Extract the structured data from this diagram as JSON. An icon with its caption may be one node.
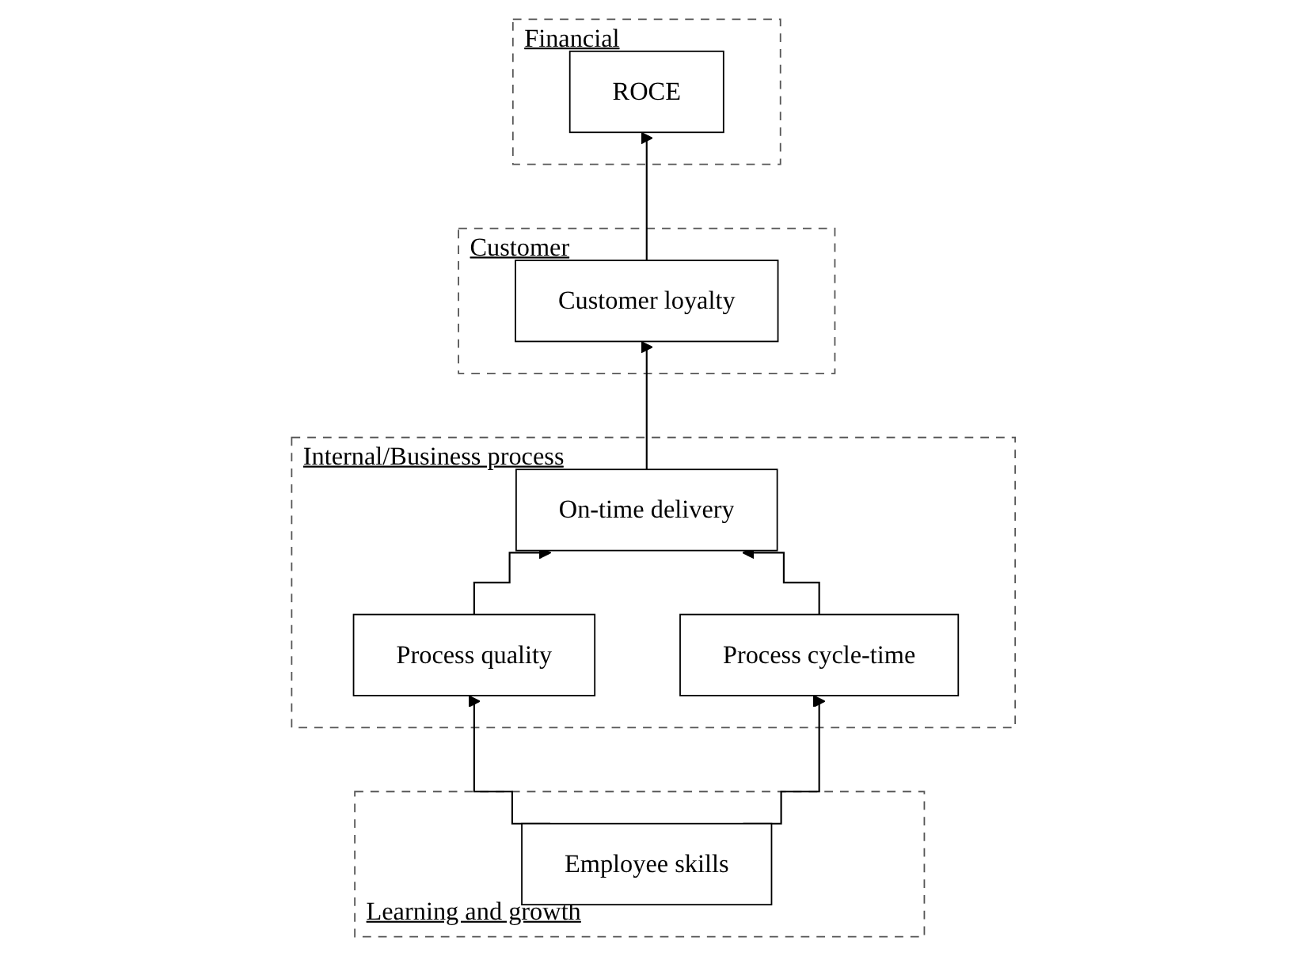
{
  "diagram": {
    "nodes": [
      {
        "text": [
          "Financial"
        ]
      },
      {
        "text": [
          "ROCE"
        ],
        "in": 0
      },
      {
        "text": [
          "Customer"
        ]
      },
      {
        "text": [
          "Customer loyalty"
        ],
        "in": 2
      },
      {
        "text": [
          "Internal/Business process"
        ]
      },
      {
        "text": [
          "On-time delivery"
        ],
        "in": 4
      },
      {
        "text": [
          "Process quality"
        ],
        "in": 4
      },
      {
        "text": [
          "Process cycle-time"
        ],
        "in": 4
      },
      {
        "text": [
          "Learning and growth"
        ]
      },
      {
        "text": [
          "Employee skills"
        ],
        "in": 8
      }
    ],
    "edges": [
      {
        "from": 9,
        "to": 6,
        "arrow": "to"
      },
      {
        "from": 9,
        "to": 7,
        "arrow": "to"
      },
      {
        "from": 6,
        "to": 5,
        "arrow": "to"
      },
      {
        "from": 7,
        "to": 5,
        "arrow": "to"
      },
      {
        "from": 5,
        "to": 3,
        "arrow": "to"
      },
      {
        "from": 3,
        "to": 1,
        "arrow": "to"
      }
    ]
  }
}
